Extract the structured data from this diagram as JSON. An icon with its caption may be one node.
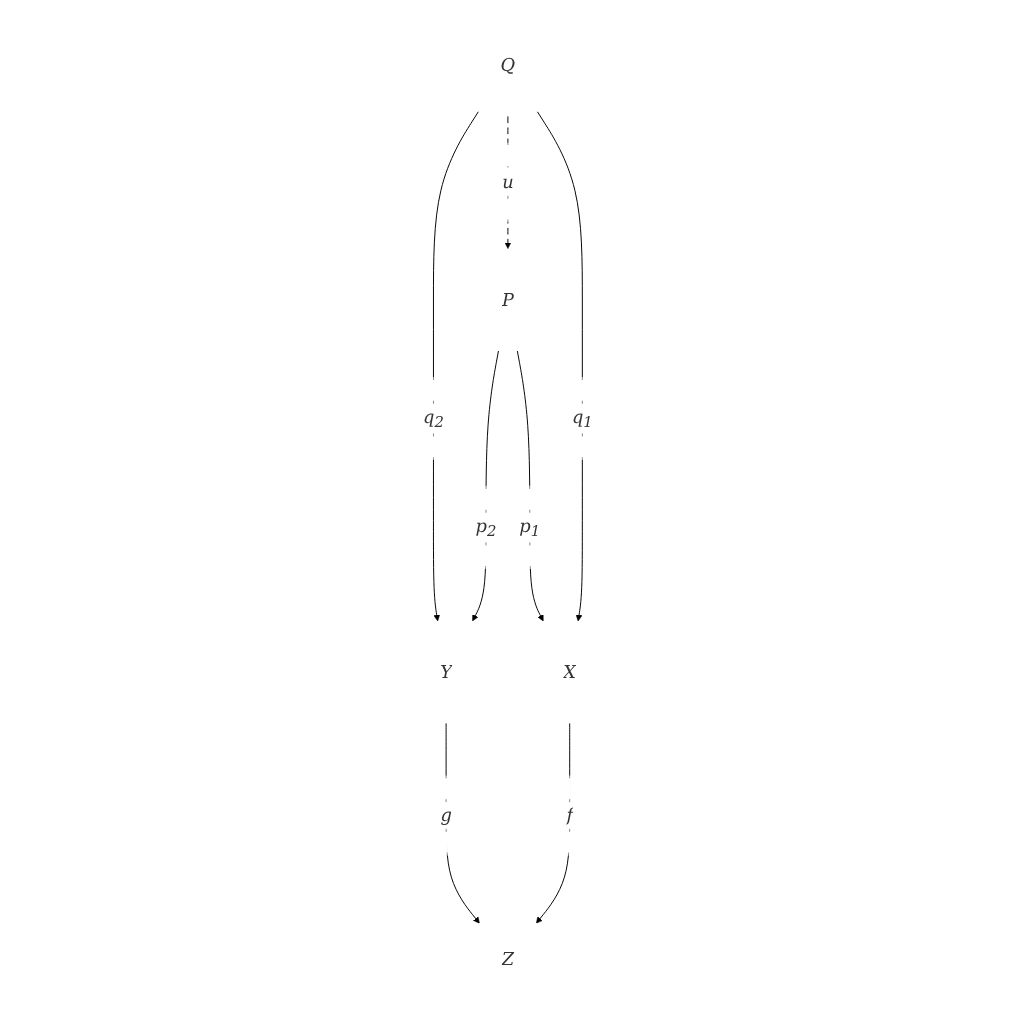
{
  "diagram": {
    "nodes": [
      {
        "text": [
          "Q"
        ]
      },
      {
        "text": [
          "P"
        ]
      },
      {
        "text": [
          "Y"
        ]
      },
      {
        "text": [
          "X"
        ]
      },
      {
        "text": [
          "Z"
        ]
      }
    ],
    "edges": [
      {
        "from": 0,
        "to": 2,
        "arrow": "to",
        "label": "q$_{2}$"
      },
      {
        "from": 0,
        "to": 1,
        "arrow": "to",
        "label": "u",
        "style": "dashed"
      },
      {
        "from": 0,
        "to": 3,
        "arrow": "to",
        "label": "q$_{1}$"
      },
      {
        "from": 1,
        "to": 2,
        "arrow": "to",
        "label": "p$_{2}$"
      },
      {
        "from": 1,
        "to": 3,
        "arrow": "to",
        "label": "p$_{1}$"
      },
      {
        "from": 2,
        "to": 4,
        "arrow": "to",
        "label": "g"
      },
      {
        "from": 3,
        "to": 4,
        "arrow": "to",
        "label": "f"
      }
    ]
  }
}
